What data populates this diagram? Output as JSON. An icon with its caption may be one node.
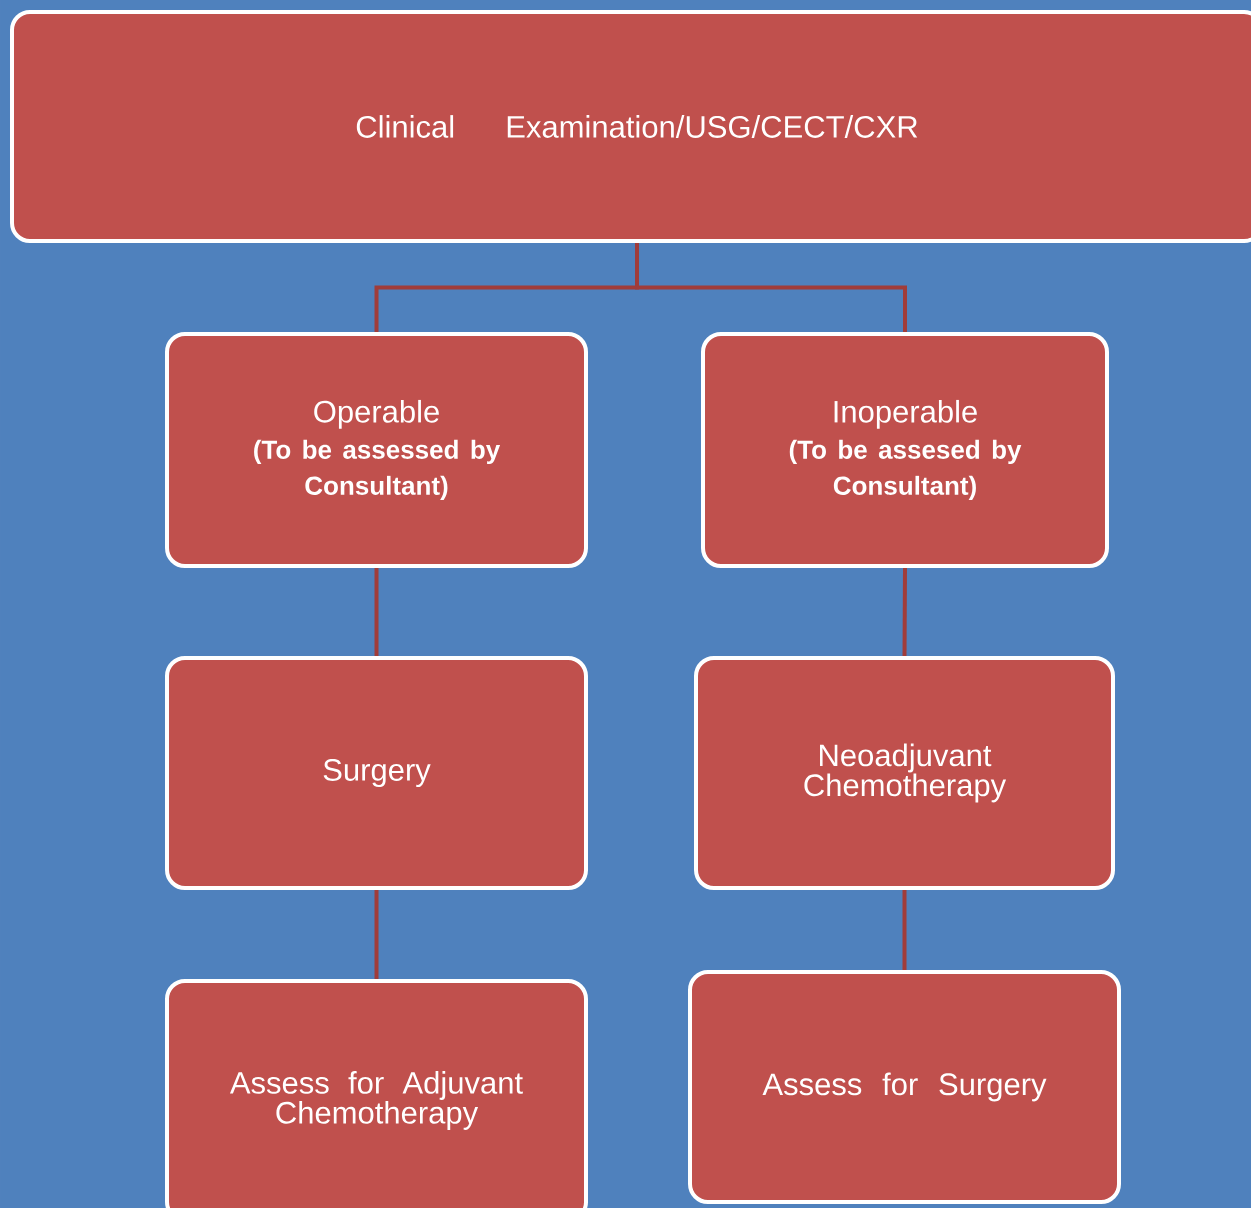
{
  "diagram": {
    "nodes": [
      {
        "text": [
          "Clinical Examination/USG/CECT/CXR"
        ]
      },
      {
        "text": [
          "Operable",
          "(To be assessed by Consultant)"
        ]
      },
      {
        "text": [
          "Inoperable",
          "(To be assesed by Consultant)"
        ]
      },
      {
        "text": [
          "Surgery"
        ]
      },
      {
        "text": [
          "Neoadjuvant Chemotherapy"
        ]
      },
      {
        "text": [
          "Assess for Adjuvant Chemotherapy"
        ]
      },
      {
        "text": [
          "Assess for Surgery"
        ]
      }
    ],
    "edges": [
      {
        "from": 0,
        "to": 1,
        "arrow": "none"
      },
      {
        "from": 0,
        "to": 2,
        "arrow": "none"
      },
      {
        "from": 1,
        "to": 3,
        "arrow": "none"
      },
      {
        "from": 3,
        "to": 5,
        "arrow": "none"
      },
      {
        "from": 2,
        "to": 4,
        "arrow": "none"
      },
      {
        "from": 4,
        "to": 6,
        "arrow": "none"
      }
    ]
  }
}
